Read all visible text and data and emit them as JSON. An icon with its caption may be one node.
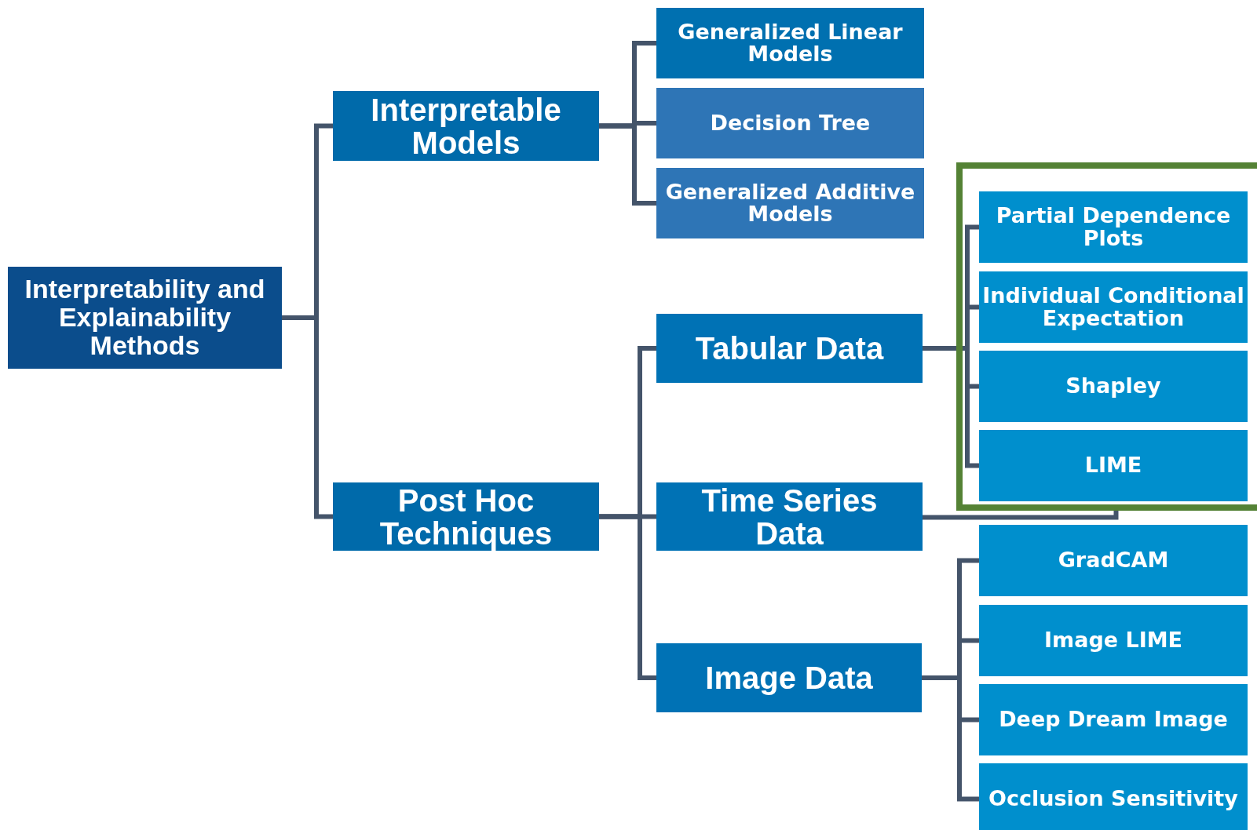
{
  "diagram": {
    "nodes": [
      {
        "text": [
          "Interpretability and Explainability Methods"
        ]
      },
      {
        "text": [
          "Interpretable Models"
        ]
      },
      {
        "text": [
          "Post Hoc Techniques"
        ]
      },
      {
        "text": [
          "Generalized Linear Models"
        ]
      },
      {
        "text": [
          "Decision Tree"
        ]
      },
      {
        "text": [
          "Generalized Additive Models"
        ]
      },
      {
        "text": [
          "Tabular Data"
        ]
      },
      {
        "text": [
          "Time Series Data"
        ]
      },
      {
        "text": [
          "Image Data"
        ]
      },
      {
        "text": [],
        "shape": "box"
      },
      {
        "text": [
          "Partial Dependence Plots"
        ],
        "in": 9
      },
      {
        "text": [
          "Individual Conditional Expectation"
        ],
        "in": 9
      },
      {
        "text": [
          "Shapley"
        ],
        "in": 9
      },
      {
        "text": [
          "LIME"
        ],
        "in": 9
      },
      {
        "text": [
          "GradCAM"
        ]
      },
      {
        "text": [
          "Image LIME"
        ]
      },
      {
        "text": [
          "Deep Dream Image"
        ]
      },
      {
        "text": [
          "Occlusion Sensitivity"
        ]
      }
    ],
    "edges": [
      {
        "from": 0,
        "to": 1,
        "arrow": "none"
      },
      {
        "from": 0,
        "to": 2,
        "arrow": "none"
      },
      {
        "from": 1,
        "to": 3,
        "arrow": "none"
      },
      {
        "from": 1,
        "to": 4,
        "arrow": "none"
      },
      {
        "from": 1,
        "to": 5,
        "arrow": "none"
      },
      {
        "from": 2,
        "to": 6,
        "arrow": "none"
      },
      {
        "from": 2,
        "to": 7,
        "arrow": "none"
      },
      {
        "from": 2,
        "to": 8,
        "arrow": "none"
      },
      {
        "from": 6,
        "to": 10,
        "arrow": "none"
      },
      {
        "from": 6,
        "to": 11,
        "arrow": "none"
      },
      {
        "from": 6,
        "to": 12,
        "arrow": "none"
      },
      {
        "from": 6,
        "to": 13,
        "arrow": "none"
      },
      {
        "from": 7,
        "to": 9,
        "arrow": "none"
      },
      {
        "from": 8,
        "to": 14,
        "arrow": "none"
      },
      {
        "from": 8,
        "to": 15,
        "arrow": "none"
      },
      {
        "from": 8,
        "to": 16,
        "arrow": "none"
      },
      {
        "from": 8,
        "to": 17,
        "arrow": "none"
      }
    ]
  }
}
